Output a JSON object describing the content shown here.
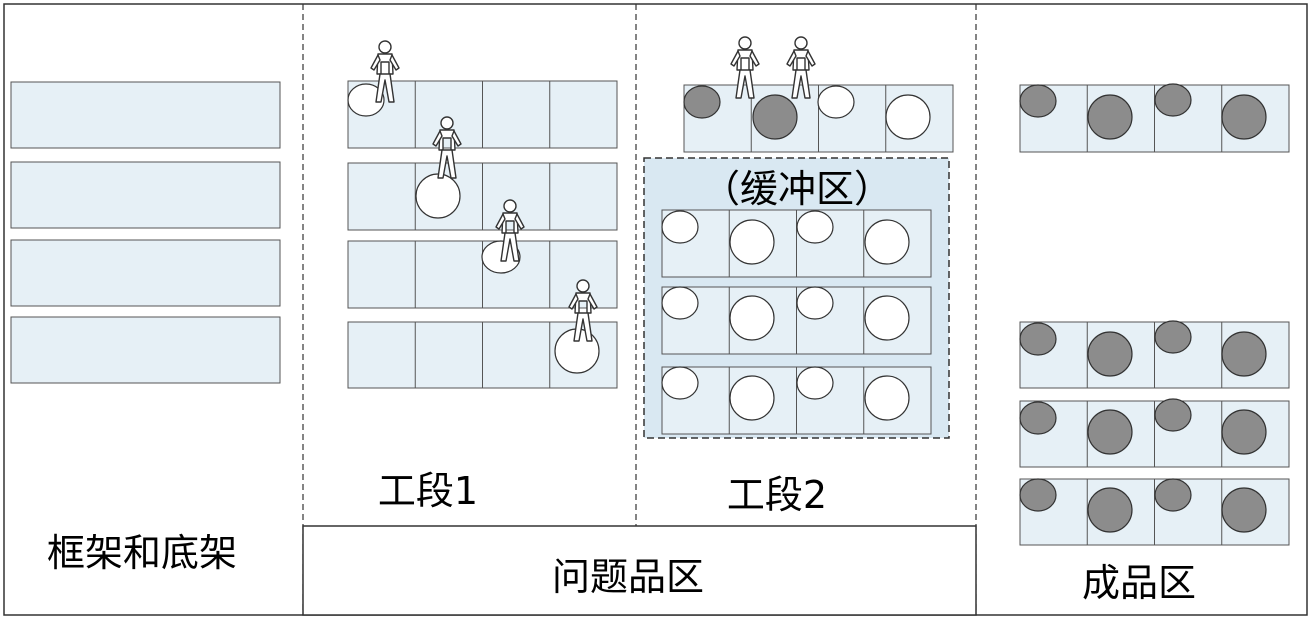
{
  "zones": {
    "frame": {
      "label": "框架和底架"
    },
    "stage1": {
      "label": "工段1"
    },
    "stage2": {
      "label": "工段2",
      "buffer_label": "（缓冲区）"
    },
    "problem": {
      "label": "问题品区"
    },
    "finished": {
      "label": "成品区"
    }
  },
  "colors": {
    "cell_fill": "#e6f0f6",
    "buffer_fill": "#d9e8f2",
    "part_empty": "#ffffff",
    "part_done": "#8c8c8c",
    "line": "#404040"
  },
  "icons": [
    "worker-icon",
    "part-circle-icon",
    "work-cell-icon"
  ]
}
